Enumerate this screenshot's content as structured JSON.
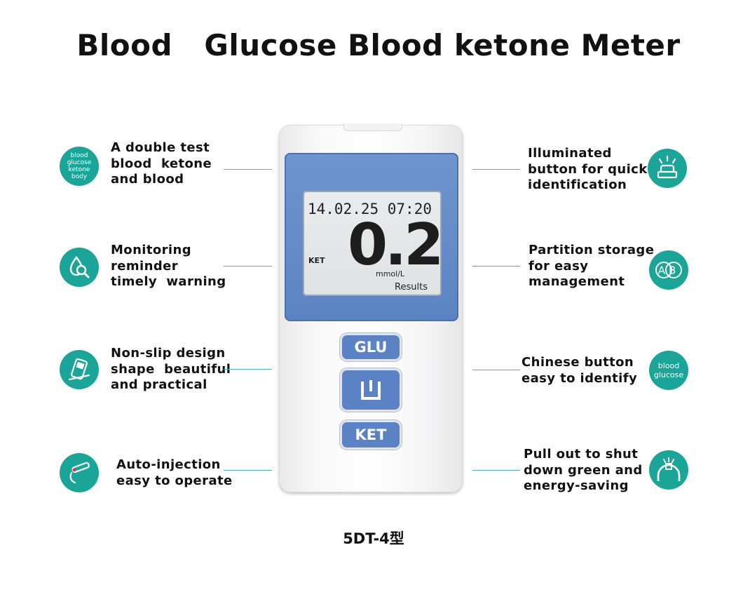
{
  "title": "Blood   Glucose Blood ketone Meter",
  "model": "5DT-4型",
  "device": {
    "lcd_datetime": "14.02.25 07:20",
    "lcd_reading": "0.2",
    "lcd_mode": "KET",
    "lcd_unit": "mmol/L",
    "lcd_results": "Results",
    "buttons": {
      "glu": "GLU",
      "ket": "KET"
    }
  },
  "features_left": [
    {
      "icon": "ketone-glucose-badge-icon",
      "icon_text": "blood\nglucose\nketone\nbody",
      "text": "A double test\nblood  ketone\nand blood"
    },
    {
      "icon": "drop-magnifier-icon",
      "text": "Monitoring\nreminder\ntimely  warning"
    },
    {
      "icon": "meter-hand-icon",
      "text": "Non-slip design\nshape  beautiful\nand practical"
    },
    {
      "icon": "lancet-pen-icon",
      "text": "Auto-injection\neasy to operate"
    }
  ],
  "features_right": [
    {
      "icon": "lit-button-icon",
      "text": "Illuminated\nbutton for quick\nidentification"
    },
    {
      "icon": "ab-storage-icon",
      "icon_text": "AB",
      "text": "Partition storage\nfor easy\nmanagement"
    },
    {
      "icon": "blood-glucose-badge-icon",
      "icon_text": "blood\nglucose",
      "text": "Chinese button\neasy to identify"
    },
    {
      "icon": "strip-port-icon",
      "text": "Pull out to shut\ndown green and\nenergy-saving"
    }
  ],
  "colors": {
    "accent": "#1aa598",
    "device_blue": "#5a82c4"
  }
}
